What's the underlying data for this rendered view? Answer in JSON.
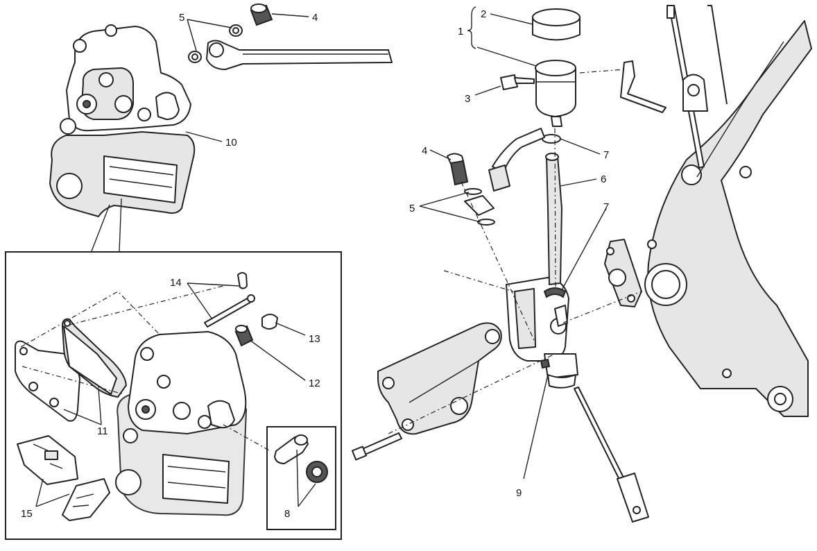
{
  "callouts": {
    "c1": "1",
    "c2": "2",
    "c3": "3",
    "c4_top": "4",
    "c4_right": "4",
    "c5_top": "5",
    "c5_right": "5",
    "c6": "6",
    "c7_upper": "7",
    "c7_lower": "7",
    "c8": "8",
    "c9": "9",
    "c10": "10",
    "c11": "11",
    "c12": "12",
    "c13": "13",
    "c14": "14",
    "c15": "15"
  }
}
